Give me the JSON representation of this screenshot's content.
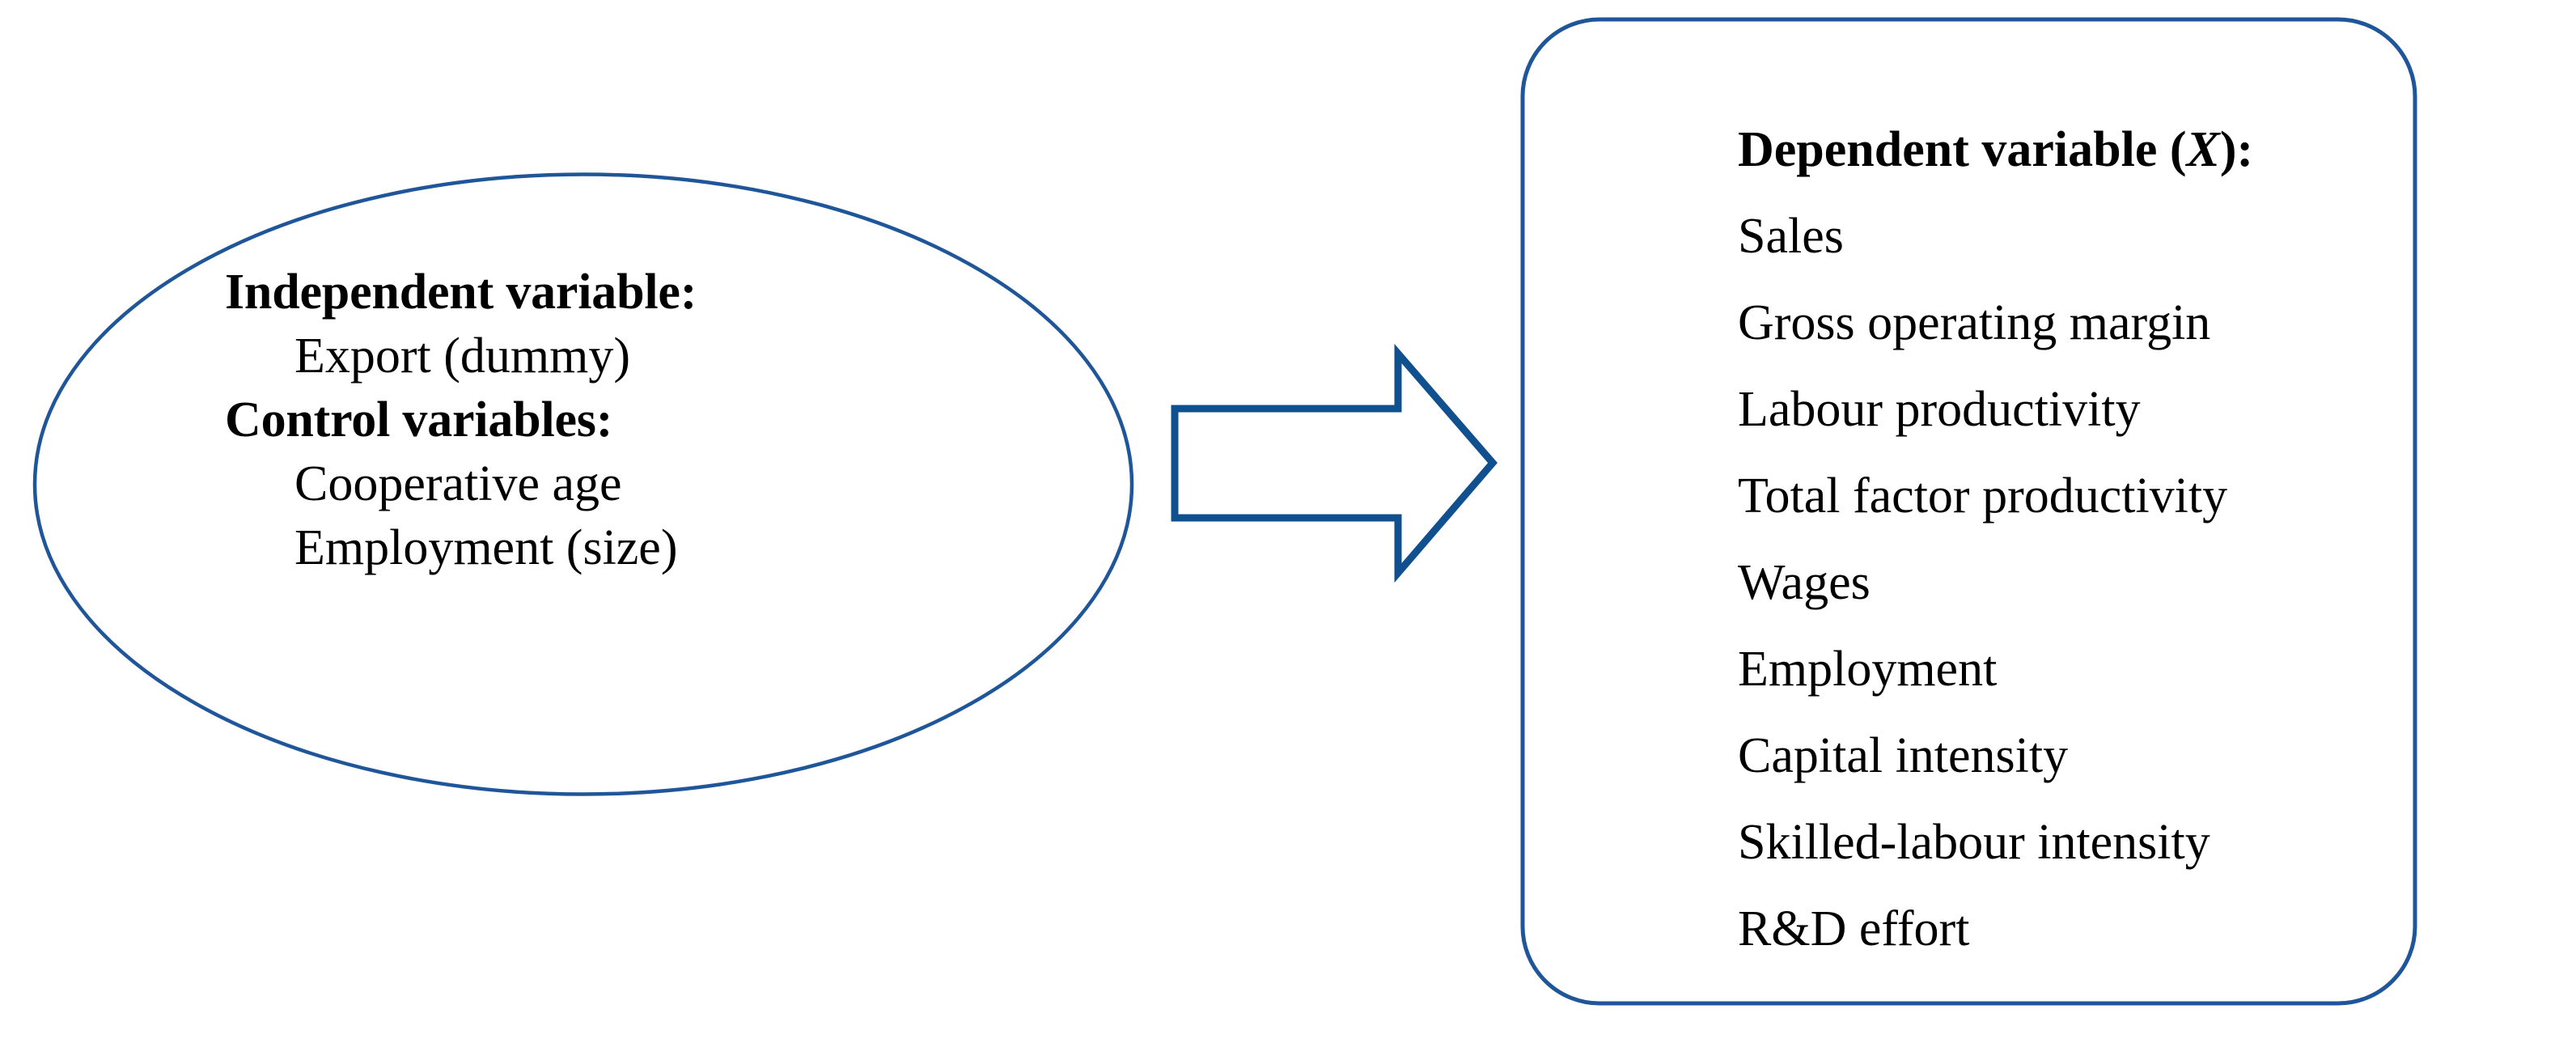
{
  "diagram": {
    "accent_color": "#1F5699",
    "text_color": "#000000",
    "background_color": "#FFFFFF",
    "left_node": {
      "shape": "ellipse",
      "lines": [
        {
          "text": "Independent variable:",
          "style": "heading"
        },
        {
          "text": "Export (dummy)",
          "style": "sub"
        },
        {
          "text": "Control variables:",
          "style": "heading"
        },
        {
          "text": "Cooperative age",
          "style": "sub"
        },
        {
          "text": "Employment (size)",
          "style": "sub"
        }
      ]
    },
    "connector": {
      "shape": "block-arrow",
      "direction": "right"
    },
    "right_node": {
      "shape": "rounded-rectangle",
      "heading_prefix": "Dependent variable (",
      "heading_variable": "X",
      "heading_suffix": "):",
      "items": [
        "Sales",
        "Gross operating margin",
        "Labour productivity",
        "Total factor productivity",
        "Wages",
        "Employment",
        "Capital intensity",
        "Skilled-labour intensity",
        "R&D effort"
      ]
    }
  }
}
